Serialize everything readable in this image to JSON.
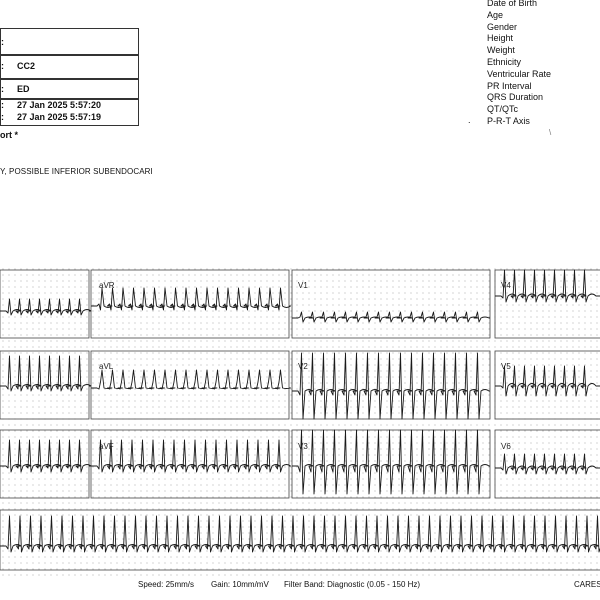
{
  "header": {
    "rows": [
      {
        "colon": ":",
        "value": ""
      },
      {
        "colon": ":",
        "value": "CC2"
      },
      {
        "colon": ":",
        "value": "ED"
      },
      {
        "colon": ":",
        "value": "27 Jan 2025 5:57:20"
      },
      {
        "colon": ":",
        "value": "27 Jan 2025 5:57:19"
      }
    ],
    "report_title": "ort *",
    "interpretation": "Y, POSSIBLE INFERIOR SUBENDOCARI"
  },
  "patient_labels": [
    "Date of Birth",
    "Age",
    "Gender",
    "Height",
    "Weight",
    "Ethnicity",
    "Ventricular Rate",
    "PR Interval",
    "QRS Duration",
    "QT/QTc",
    "P-R-T Axis"
  ],
  "markers": {
    "dot": ".",
    "tick": "\\"
  },
  "leads": {
    "col2": [
      "aVR",
      "aVL",
      "aVF"
    ],
    "col3": [
      "V1",
      "V2",
      "V3"
    ],
    "col4": [
      "V4",
      "V5",
      "V6"
    ]
  },
  "footer": {
    "speed": "Speed: 25mm/s",
    "gain": "Gain: 10mm/mV",
    "filter": "Filter Band: Diagnostic (0.05 - 150 Hz)",
    "brand": "CARES"
  }
}
